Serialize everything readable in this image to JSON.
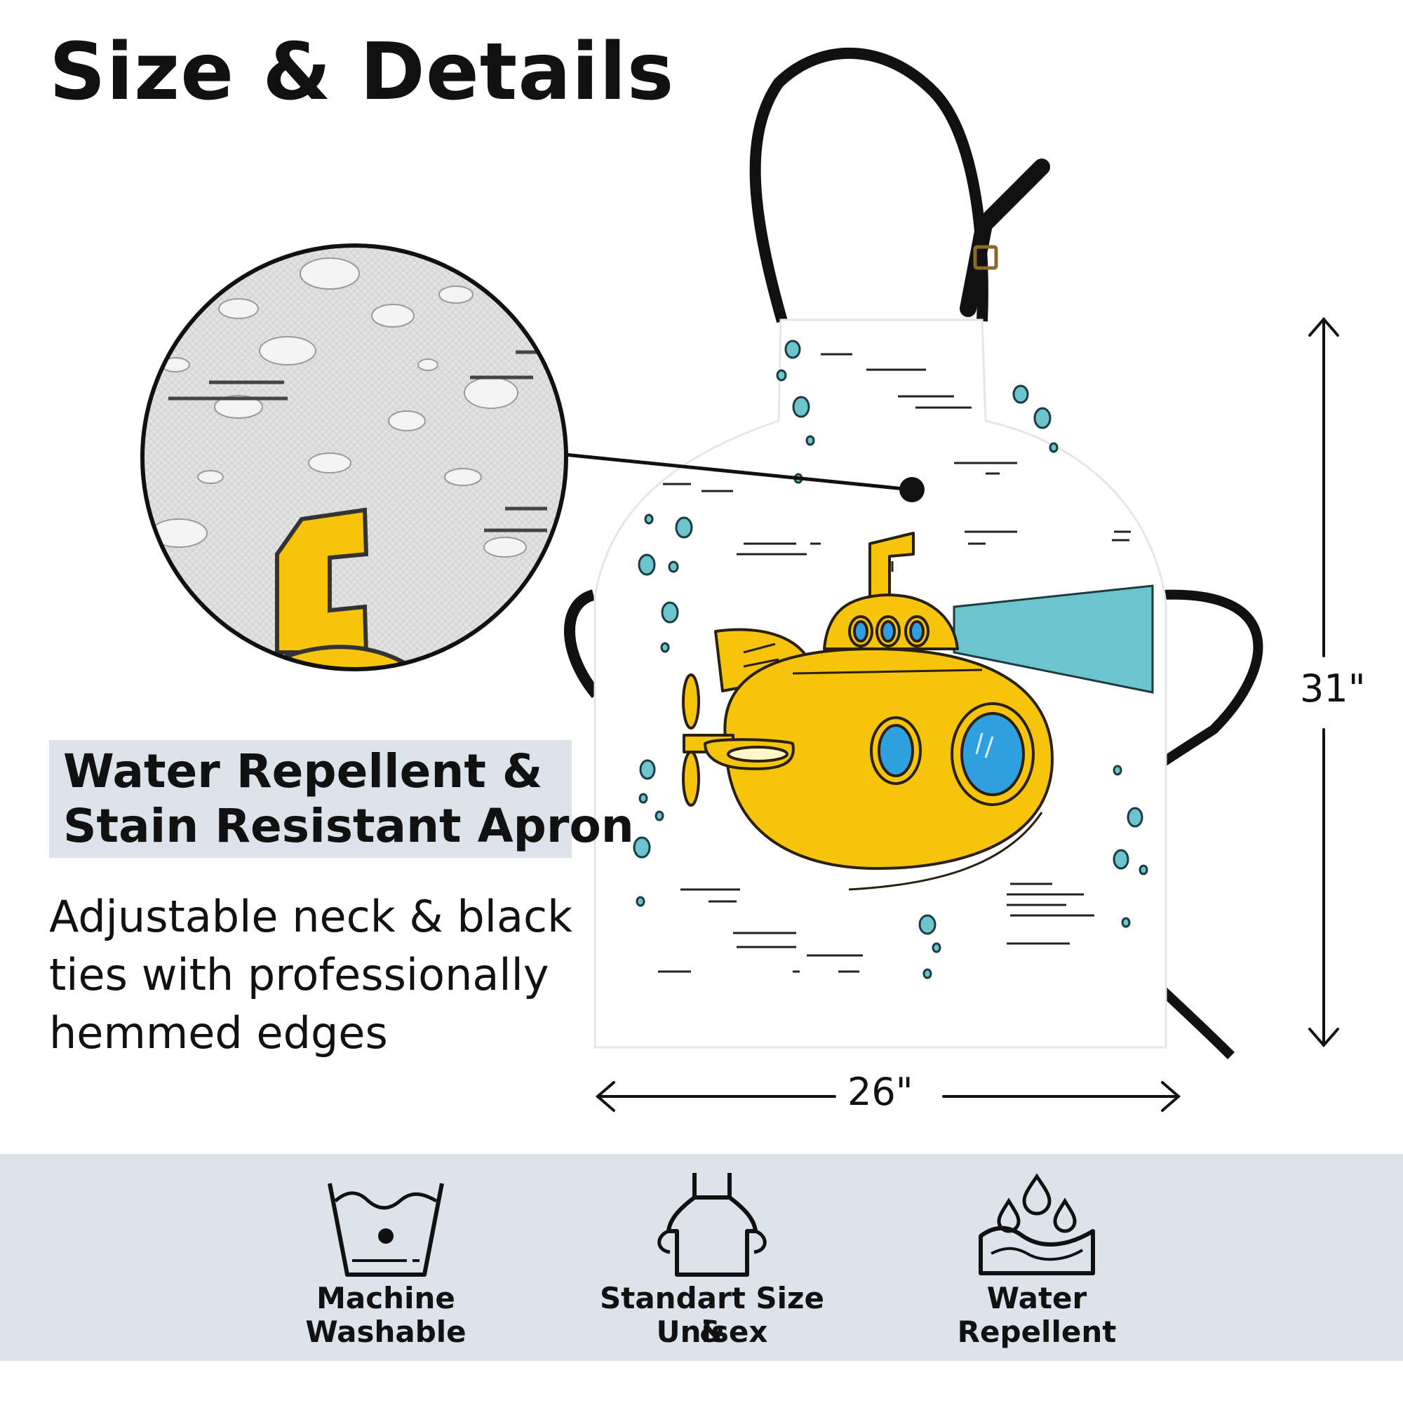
{
  "title": "Size & Details",
  "callout": {
    "line1": "Water Repellent &",
    "line2": "Stain Resistant Apron"
  },
  "description": {
    "line1": "Adjustable neck & black",
    "line2": "ties with professionally",
    "line3": "hemmed edges"
  },
  "dimensions": {
    "width": "26\"",
    "height": "31\""
  },
  "features": [
    {
      "icon": "machine-wash-icon",
      "line1": "Machine",
      "line2": "Washable"
    },
    {
      "icon": "apron-icon",
      "line1": "Standart Size &",
      "line2": "Unisex"
    },
    {
      "icon": "water-drops-icon",
      "line1": "Water",
      "line2": "Repellent"
    }
  ],
  "colors": {
    "band": "#dde3ea",
    "submarine": "#f6c40a",
    "porthole": "#2f9fe0",
    "bubble": "#6cc4cc",
    "light_beam": "#6cc4cc"
  }
}
